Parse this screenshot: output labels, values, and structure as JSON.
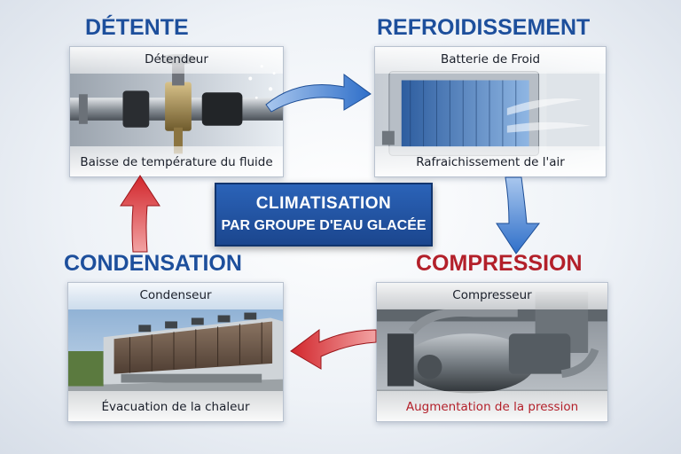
{
  "center": {
    "line1": "CLIMATISATION",
    "line2": "PAR GROUPE D'EAU GLACÉE"
  },
  "stages": {
    "detente": {
      "title": "DÉTENTE",
      "component": "Détendeur",
      "effect": "Baisse de température du fluide"
    },
    "refroidissement": {
      "title": "REFROIDISSEMENT",
      "component": "Batterie de Froid",
      "effect": "Rafraichissement de l'air"
    },
    "compression": {
      "title": "COMPRESSION",
      "component": "Compresseur",
      "effect": "Augmentation de la pression"
    },
    "condensation": {
      "title": "CONDENSATION",
      "component": "Condenseur",
      "effect": "Évacuation de la chaleur"
    }
  },
  "colors": {
    "blue_title": "#1d4f9c",
    "red_title": "#b3202a",
    "center_box": "#1b468e",
    "arrow_blue": "#2f6fc9",
    "arrow_red": "#d2262c"
  },
  "arrows": [
    {
      "from": "detente",
      "to": "refroidissement",
      "color": "blue"
    },
    {
      "from": "refroidissement",
      "to": "compression",
      "color": "blue"
    },
    {
      "from": "compression",
      "to": "condensation",
      "color": "red"
    },
    {
      "from": "condensation",
      "to": "detente",
      "color": "red"
    }
  ]
}
